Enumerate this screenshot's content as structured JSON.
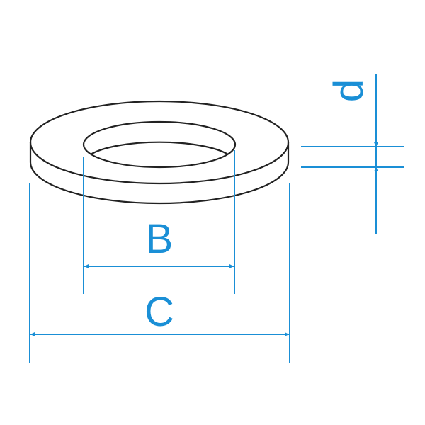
{
  "diagram": {
    "labels": {
      "inner_diameter": "B",
      "outer_diameter": "C",
      "thickness": "d"
    },
    "colors": {
      "outline": "#222222",
      "dimension": "#1a8fd6",
      "background": "#ffffff"
    }
  }
}
